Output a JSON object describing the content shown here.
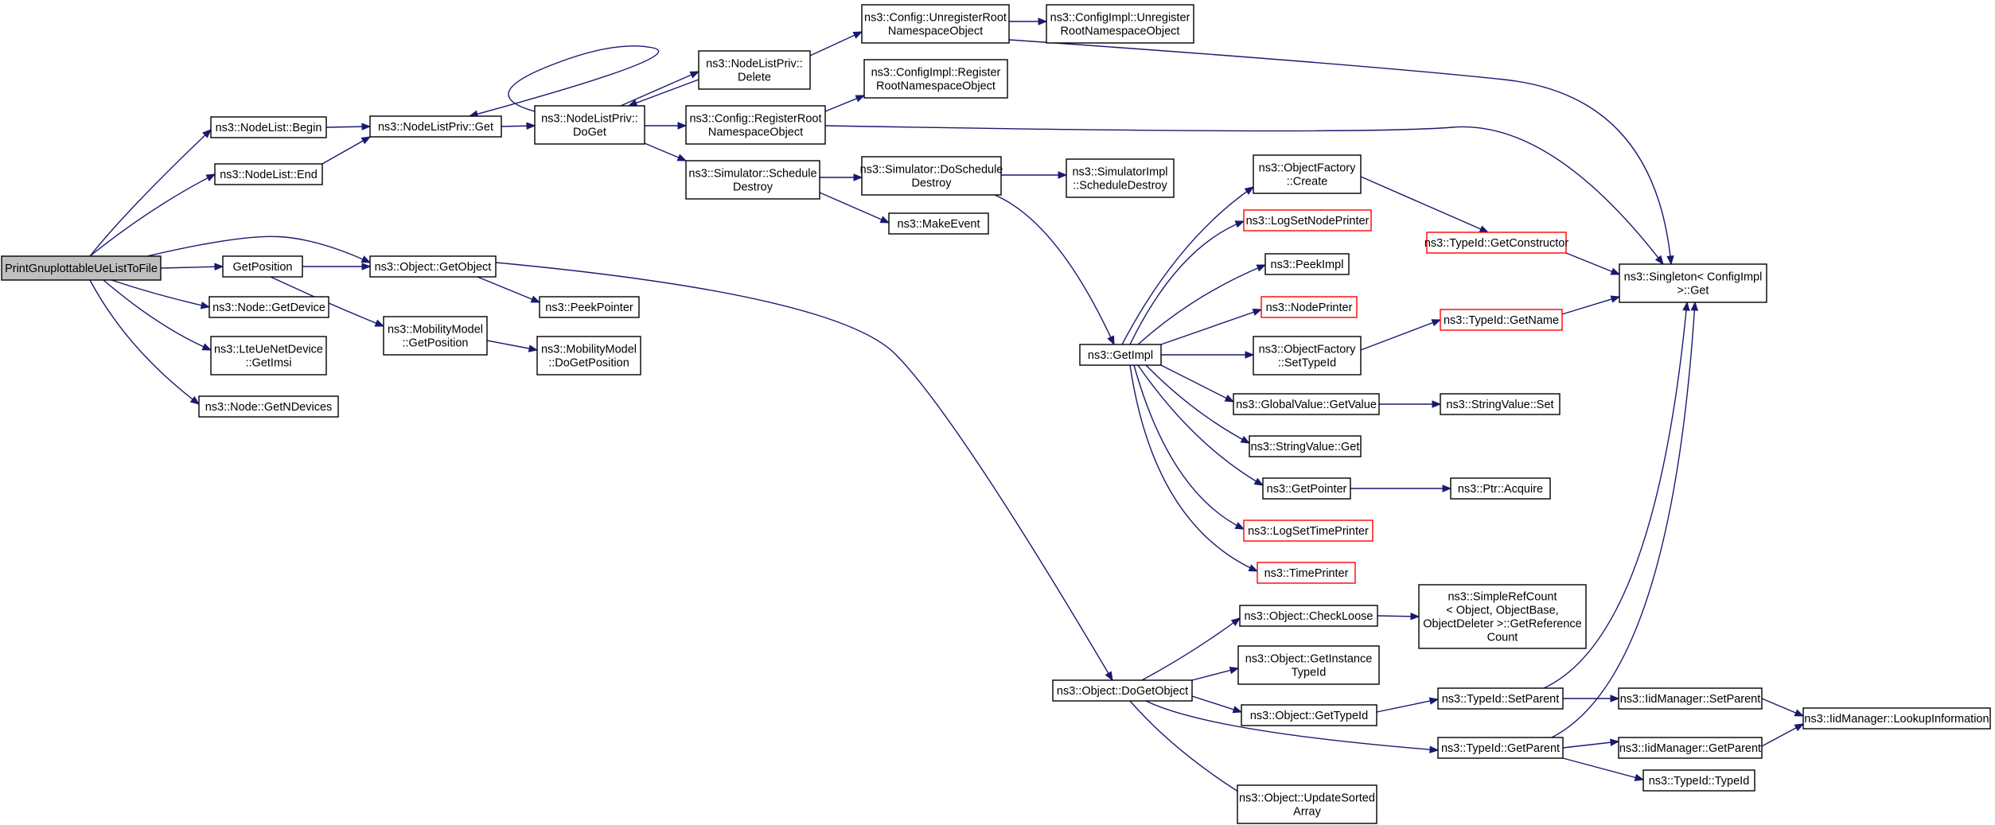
{
  "colors": {
    "edge": "#191970",
    "border": "#000000",
    "truncated_border": "#ff0000",
    "root_fill": "#bfbfbf"
  },
  "nodes": {
    "print": [
      "PrintGnuplottableUeListToFile"
    ],
    "nl_begin": [
      "ns3::NodeList::Begin"
    ],
    "nl_end": [
      "ns3::NodeList::End"
    ],
    "getposition": [
      "GetPosition"
    ],
    "node_getdevice": [
      "ns3::Node::GetDevice"
    ],
    "lte_getimsi": [
      "ns3::LteUeNetDevice",
      "::GetImsi"
    ],
    "node_getndevices": [
      "ns3::Node::GetNDevices"
    ],
    "nlpriv_get": [
      "ns3::NodeListPriv::Get"
    ],
    "object_getobject": [
      "ns3::Object::GetObject"
    ],
    "mobility_getposition": [
      "ns3::MobilityModel",
      "::GetPosition"
    ],
    "peekpointer": [
      "ns3::PeekPointer"
    ],
    "mobility_dogetposition": [
      "ns3::MobilityModel",
      "::DoGetPosition"
    ],
    "nlpriv_doget": [
      "ns3::NodeListPriv::",
      "DoGet"
    ],
    "nlpriv_delete": [
      "ns3::NodeListPriv::",
      "Delete"
    ],
    "config_registerroot": [
      "ns3::Config::RegisterRoot",
      "NamespaceObject"
    ],
    "sim_scheduledestroy": [
      "ns3::Simulator::Schedule",
      "Destroy"
    ],
    "config_unregisterroot": [
      "ns3::Config::UnregisterRoot",
      "NamespaceObject"
    ],
    "configimpl_register": [
      "ns3::ConfigImpl::Register",
      "RootNamespaceObject"
    ],
    "configimpl_unregister": [
      "ns3::ConfigImpl::Unregister",
      "RootNamespaceObject"
    ],
    "sim_doscheduledestroy": [
      "ns3::Simulator::DoSchedule",
      "Destroy"
    ],
    "simimpl_scheduledestroy": [
      "ns3::SimulatorImpl",
      "::ScheduleDestroy"
    ],
    "makeevent": [
      "ns3::MakeEvent"
    ],
    "getimpl": [
      "ns3::GetImpl"
    ],
    "objfactory_create": [
      "ns3::ObjectFactory",
      "::Create"
    ],
    "logsetnodeprinter": [
      "ns3::LogSetNodePrinter"
    ],
    "peekimpl": [
      "ns3::PeekImpl"
    ],
    "nodeprinter": [
      "ns3::NodePrinter"
    ],
    "objfactory_settypeid": [
      "ns3::ObjectFactory",
      "::SetTypeId"
    ],
    "globalvalue_getvalue": [
      "ns3::GlobalValue::GetValue"
    ],
    "stringvalue_get": [
      "ns3::StringValue::Get"
    ],
    "getpointer": [
      "ns3::GetPointer"
    ],
    "logsettimeprinter": [
      "ns3::LogSetTimePrinter"
    ],
    "timeprinter": [
      "ns3::TimePrinter"
    ],
    "typeid_getconstructor": [
      "ns3::TypeId::GetConstructor"
    ],
    "typeid_getname": [
      "ns3::TypeId::GetName"
    ],
    "stringvalue_set": [
      "ns3::StringValue::Set"
    ],
    "ptr_acquire": [
      "ns3::Ptr::Acquire"
    ],
    "singleton_get": [
      "ns3::Singleton< ConfigImpl",
      ">::Get"
    ],
    "object_dogetobject": [
      "ns3::Object::DoGetObject"
    ],
    "object_checkloose": [
      "ns3::Object::CheckLoose"
    ],
    "object_getinstancetypeid": [
      "ns3::Object::GetInstance",
      "TypeId"
    ],
    "object_gettypeid": [
      "ns3::Object::GetTypeId"
    ],
    "object_updatesortedarray": [
      "ns3::Object::UpdateSorted",
      "Array"
    ],
    "simplerefcount": [
      "ns3::SimpleRefCount",
      "< Object, ObjectBase,",
      "ObjectDeleter >::GetReference",
      "Count"
    ],
    "typeid_setparent": [
      "ns3::TypeId::SetParent"
    ],
    "typeid_getparent": [
      "ns3::TypeId::GetParent"
    ],
    "iidmanager_setparent": [
      "ns3::IidManager::SetParent"
    ],
    "iidmanager_getparent": [
      "ns3::IidManager::GetParent"
    ],
    "typeid_typeid": [
      "ns3::TypeId::TypeId"
    ],
    "iidmanager_lookupinformation": [
      "ns3::IidManager::LookupInformation"
    ]
  }
}
